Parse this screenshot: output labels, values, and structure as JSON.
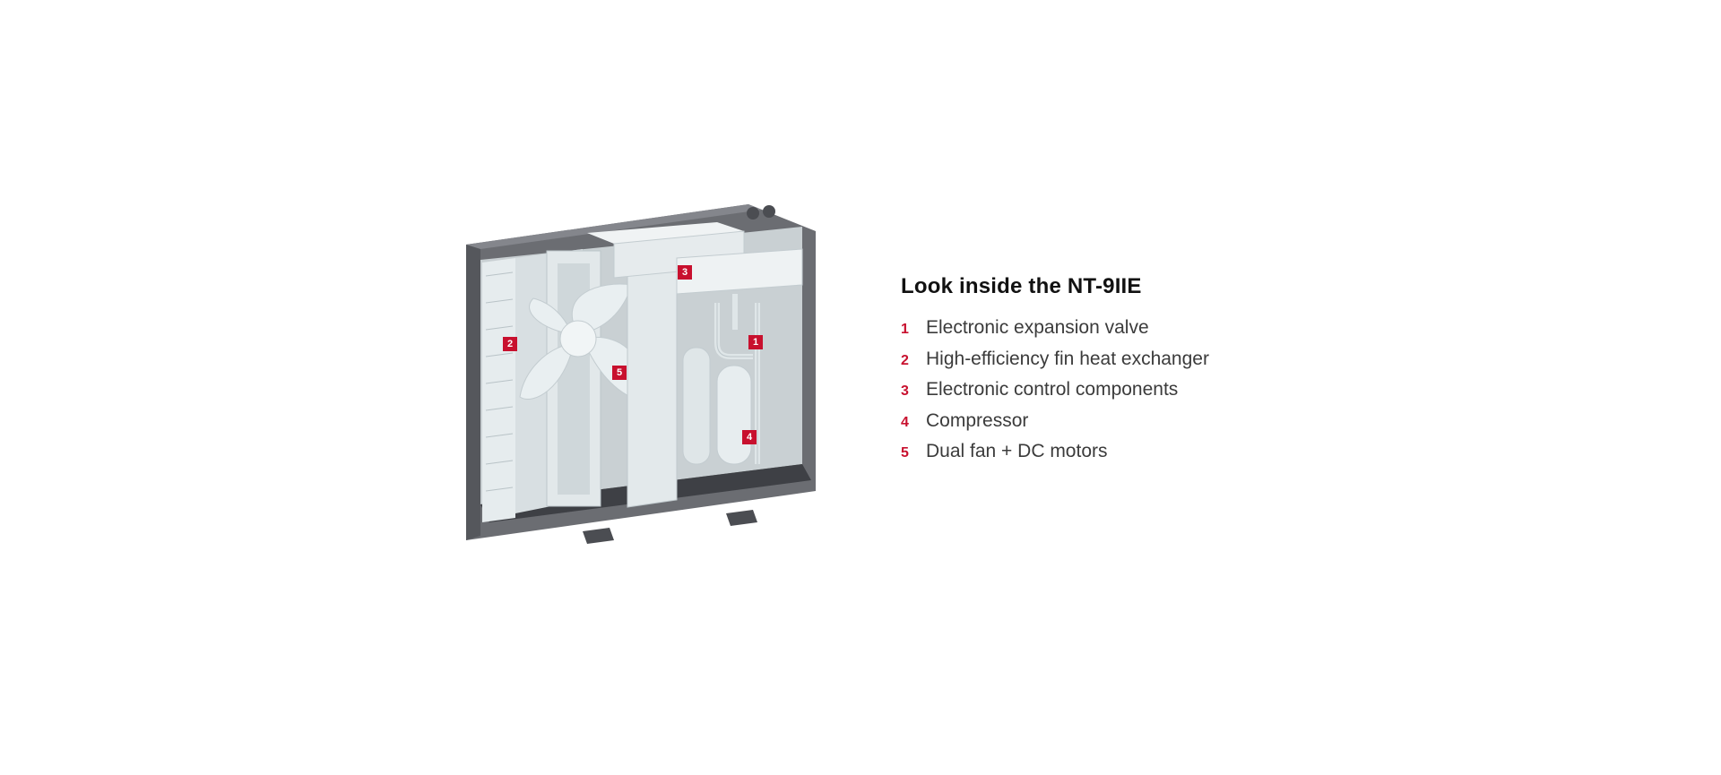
{
  "panel": {
    "title": "Look inside the NT-9IIE",
    "features": [
      {
        "num": "1",
        "label": "Electronic expansion valve"
      },
      {
        "num": "2",
        "label": "High-efficiency fin heat exchanger"
      },
      {
        "num": "3",
        "label": "Electronic control components"
      },
      {
        "num": "4",
        "label": "Compressor"
      },
      {
        "num": "5",
        "label": "Dual fan + DC motors"
      }
    ]
  },
  "figure": {
    "markers": [
      "1",
      "2",
      "3",
      "4",
      "5"
    ]
  },
  "colors": {
    "accent": "#c8102e",
    "casing": "#6b6d72",
    "interior": "#dde4e6"
  }
}
